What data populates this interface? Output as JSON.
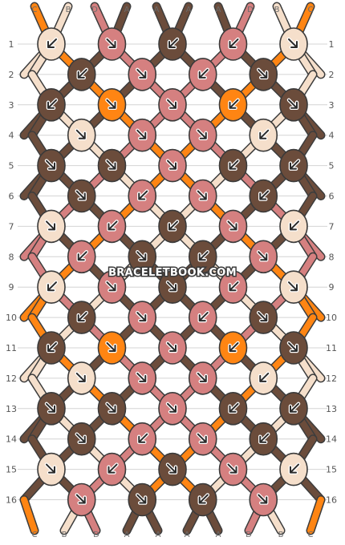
{
  "watermark": "BRACELETBOOK.COM",
  "strings": {
    "top": [
      "C",
      "B",
      "D",
      "A",
      "A",
      "A",
      "A",
      "D",
      "B",
      "C"
    ],
    "bottom": [
      "C",
      "B",
      "D",
      "A",
      "A",
      "A",
      "A",
      "D",
      "B",
      "C"
    ]
  },
  "colors": {
    "A": "#6b4c3b",
    "B": "#f5dfcb",
    "C": "#ff8513",
    "D": "#d58080"
  },
  "row_labels": [
    "1",
    "2",
    "3",
    "4",
    "5",
    "6",
    "7",
    "8",
    "9",
    "10",
    "11",
    "12",
    "13",
    "14",
    "15",
    "16"
  ],
  "knots": [
    {
      "row": 1,
      "pos": 0,
      "dir": "bl",
      "color": "B"
    },
    {
      "row": 1,
      "pos": 1,
      "dir": "br",
      "color": "D"
    },
    {
      "row": 1,
      "pos": 2,
      "dir": "bl",
      "color": "A"
    },
    {
      "row": 1,
      "pos": 3,
      "dir": "bl",
      "color": "D"
    },
    {
      "row": 1,
      "pos": 4,
      "dir": "br",
      "color": "B"
    },
    {
      "row": 2,
      "pos": 0,
      "dir": "bl",
      "color": "A"
    },
    {
      "row": 2,
      "pos": 1,
      "dir": "br",
      "color": "D"
    },
    {
      "row": 2,
      "pos": 2,
      "dir": "bl",
      "color": "D"
    },
    {
      "row": 2,
      "pos": 3,
      "dir": "br",
      "color": "A"
    },
    {
      "row": 3,
      "pos": 0,
      "dir": "bl",
      "color": "A"
    },
    {
      "row": 3,
      "pos": 1,
      "dir": "br",
      "color": "C"
    },
    {
      "row": 3,
      "pos": 2,
      "dir": "br",
      "color": "D"
    },
    {
      "row": 3,
      "pos": 3,
      "dir": "bl",
      "color": "C"
    },
    {
      "row": 3,
      "pos": 4,
      "dir": "br",
      "color": "A"
    },
    {
      "row": 4,
      "pos": 0,
      "dir": "br",
      "color": "B"
    },
    {
      "row": 4,
      "pos": 1,
      "dir": "br",
      "color": "D"
    },
    {
      "row": 4,
      "pos": 2,
      "dir": "br",
      "color": "D"
    },
    {
      "row": 4,
      "pos": 3,
      "dir": "bl",
      "color": "B"
    },
    {
      "row": 5,
      "pos": 0,
      "dir": "br",
      "color": "A"
    },
    {
      "row": 5,
      "pos": 1,
      "dir": "br",
      "color": "A"
    },
    {
      "row": 5,
      "pos": 2,
      "dir": "br",
      "color": "D"
    },
    {
      "row": 5,
      "pos": 3,
      "dir": "bl",
      "color": "A"
    },
    {
      "row": 5,
      "pos": 4,
      "dir": "bl",
      "color": "A"
    },
    {
      "row": 6,
      "pos": 0,
      "dir": "br",
      "color": "A"
    },
    {
      "row": 6,
      "pos": 1,
      "dir": "bl",
      "color": "D"
    },
    {
      "row": 6,
      "pos": 2,
      "dir": "br",
      "color": "D"
    },
    {
      "row": 6,
      "pos": 3,
      "dir": "bl",
      "color": "A"
    },
    {
      "row": 7,
      "pos": 0,
      "dir": "br",
      "color": "B"
    },
    {
      "row": 7,
      "pos": 1,
      "dir": "bl",
      "color": "D"
    },
    {
      "row": 7,
      "pos": 2,
      "dir": "bl",
      "color": "A"
    },
    {
      "row": 7,
      "pos": 3,
      "dir": "br",
      "color": "D"
    },
    {
      "row": 7,
      "pos": 4,
      "dir": "bl",
      "color": "B"
    },
    {
      "row": 8,
      "pos": 0,
      "dir": "bl",
      "color": "D"
    },
    {
      "row": 8,
      "pos": 1,
      "dir": "br",
      "color": "A"
    },
    {
      "row": 8,
      "pos": 2,
      "dir": "bl",
      "color": "A"
    },
    {
      "row": 8,
      "pos": 3,
      "dir": "br",
      "color": "D"
    },
    {
      "row": 9,
      "pos": 0,
      "dir": "bl",
      "color": "B"
    },
    {
      "row": 9,
      "pos": 1,
      "dir": "br",
      "color": "D"
    },
    {
      "row": 9,
      "pos": 2,
      "dir": "br",
      "color": "A"
    },
    {
      "row": 9,
      "pos": 3,
      "dir": "bl",
      "color": "D"
    },
    {
      "row": 9,
      "pos": 4,
      "dir": "br",
      "color": "B"
    },
    {
      "row": 10,
      "pos": 0,
      "dir": "bl",
      "color": "A"
    },
    {
      "row": 10,
      "pos": 1,
      "dir": "br",
      "color": "D"
    },
    {
      "row": 10,
      "pos": 2,
      "dir": "bl",
      "color": "D"
    },
    {
      "row": 10,
      "pos": 3,
      "dir": "br",
      "color": "A"
    },
    {
      "row": 11,
      "pos": 0,
      "dir": "bl",
      "color": "A"
    },
    {
      "row": 11,
      "pos": 1,
      "dir": "br",
      "color": "C"
    },
    {
      "row": 11,
      "pos": 2,
      "dir": "br",
      "color": "D"
    },
    {
      "row": 11,
      "pos": 3,
      "dir": "bl",
      "color": "C"
    },
    {
      "row": 11,
      "pos": 4,
      "dir": "br",
      "color": "A"
    },
    {
      "row": 12,
      "pos": 0,
      "dir": "br",
      "color": "B"
    },
    {
      "row": 12,
      "pos": 1,
      "dir": "br",
      "color": "D"
    },
    {
      "row": 12,
      "pos": 2,
      "dir": "br",
      "color": "D"
    },
    {
      "row": 12,
      "pos": 3,
      "dir": "bl",
      "color": "B"
    },
    {
      "row": 13,
      "pos": 0,
      "dir": "br",
      "color": "A"
    },
    {
      "row": 13,
      "pos": 1,
      "dir": "br",
      "color": "A"
    },
    {
      "row": 13,
      "pos": 2,
      "dir": "br",
      "color": "D"
    },
    {
      "row": 13,
      "pos": 3,
      "dir": "bl",
      "color": "A"
    },
    {
      "row": 13,
      "pos": 4,
      "dir": "bl",
      "color": "A"
    },
    {
      "row": 14,
      "pos": 0,
      "dir": "br",
      "color": "A"
    },
    {
      "row": 14,
      "pos": 1,
      "dir": "bl",
      "color": "D"
    },
    {
      "row": 14,
      "pos": 2,
      "dir": "br",
      "color": "D"
    },
    {
      "row": 14,
      "pos": 3,
      "dir": "bl",
      "color": "A"
    },
    {
      "row": 15,
      "pos": 0,
      "dir": "br",
      "color": "B"
    },
    {
      "row": 15,
      "pos": 1,
      "dir": "bl",
      "color": "D"
    },
    {
      "row": 15,
      "pos": 2,
      "dir": "br",
      "color": "A"
    },
    {
      "row": 15,
      "pos": 3,
      "dir": "br",
      "color": "D"
    },
    {
      "row": 15,
      "pos": 4,
      "dir": "bl",
      "color": "B"
    },
    {
      "row": 16,
      "pos": 0,
      "dir": "br",
      "color": "D"
    },
    {
      "row": 16,
      "pos": 1,
      "dir": "br",
      "color": "A"
    },
    {
      "row": 16,
      "pos": 2,
      "dir": "bl",
      "color": "A"
    },
    {
      "row": 16,
      "pos": 3,
      "dir": "br",
      "color": "D"
    }
  ]
}
